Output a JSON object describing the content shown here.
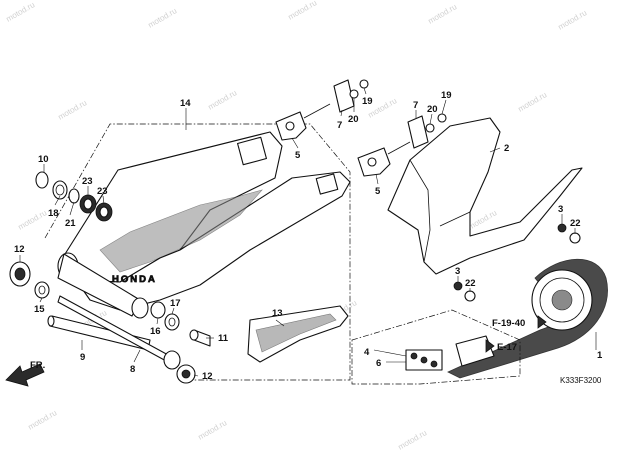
{
  "callouts": [
    {
      "id": "c14",
      "text": "14"
    },
    {
      "id": "c10",
      "text": "10"
    },
    {
      "id": "c18",
      "text": "18"
    },
    {
      "id": "c21",
      "text": "21"
    },
    {
      "id": "c23a",
      "text": "23"
    },
    {
      "id": "c23b",
      "text": "23"
    },
    {
      "id": "c12a",
      "text": "12"
    },
    {
      "id": "c15",
      "text": "15"
    },
    {
      "id": "c16",
      "text": "16"
    },
    {
      "id": "c17",
      "text": "17"
    },
    {
      "id": "c11",
      "text": "11"
    },
    {
      "id": "c9",
      "text": "9"
    },
    {
      "id": "c8",
      "text": "8"
    },
    {
      "id": "c12b",
      "text": "12"
    },
    {
      "id": "c13",
      "text": "13"
    },
    {
      "id": "c19a",
      "text": "19"
    },
    {
      "id": "c20a",
      "text": "20"
    },
    {
      "id": "c7a",
      "text": "7"
    },
    {
      "id": "c5a",
      "text": "5"
    },
    {
      "id": "c7b",
      "text": "7"
    },
    {
      "id": "c20b",
      "text": "20"
    },
    {
      "id": "c19b",
      "text": "19"
    },
    {
      "id": "c5b",
      "text": "5"
    },
    {
      "id": "c2",
      "text": "2"
    },
    {
      "id": "c3a",
      "text": "3"
    },
    {
      "id": "c22a",
      "text": "22"
    },
    {
      "id": "c3b",
      "text": "3"
    },
    {
      "id": "c22b",
      "text": "22"
    },
    {
      "id": "c1",
      "text": "1"
    },
    {
      "id": "c4",
      "text": "4"
    },
    {
      "id": "c6",
      "text": "6"
    }
  ],
  "references": {
    "f1940": "F-19-40",
    "e17": "E-17"
  },
  "direction_label": "FR.",
  "diagram_code": "K333F3200",
  "swingarm_logo": "HONDA",
  "watermark": "motod.ru"
}
